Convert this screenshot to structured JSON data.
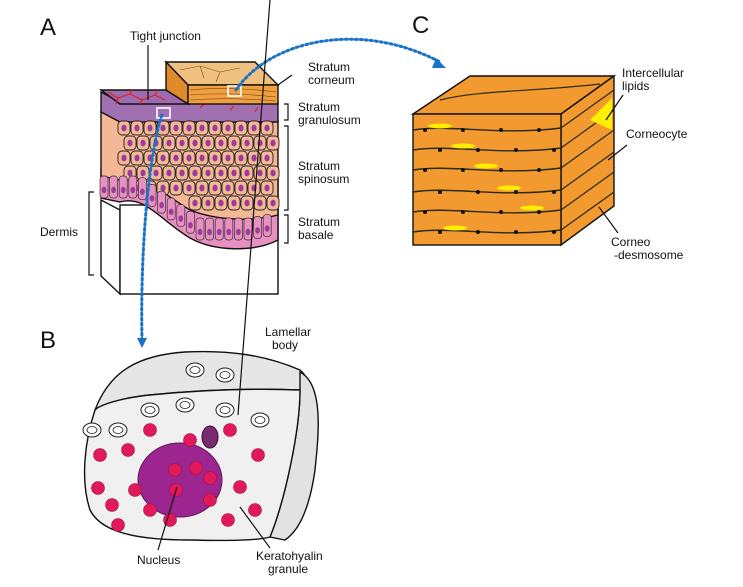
{
  "figure": {
    "panels": {
      "a": {
        "letter": "A",
        "labels": {
          "tight_junction": "Tight junction",
          "stratum_corneum": [
            "Stratum",
            "corneum"
          ],
          "stratum_granulosum": [
            "Stratum",
            "granulosum"
          ],
          "stratum_spinosum": [
            "Stratum",
            "spinosum"
          ],
          "stratum_basale": [
            "Stratum",
            "basale"
          ],
          "dermis": "Dermis"
        }
      },
      "b": {
        "letter": "B",
        "labels": {
          "lamellar_body": [
            "Lamellar",
            "body"
          ],
          "nucleus": "Nucleus",
          "keratohyalin_granule": [
            "Keratohyalin",
            "granule"
          ]
        }
      },
      "c": {
        "letter": "C",
        "labels": {
          "intercellular_lipids": [
            "Intercellular",
            "lipids"
          ],
          "corneocyte": "Corneocyte",
          "corneodesmosome": [
            "Corneo",
            "-desmosome"
          ]
        }
      }
    },
    "colors": {
      "corneum": "#f0a040",
      "granulosum": "#a070b0",
      "spinosum": "#f4b896",
      "basale": "#e890c0",
      "nucleus_small": "#9a3c9a",
      "tight_junction": "#e52020",
      "arrow": "#1a73c8",
      "cell_b": "#eeeeee",
      "nucleus_b": "#9c2590",
      "granule": "#e0195a",
      "lipid": "#ffee00",
      "corneocyte": "#f29a30"
    }
  }
}
